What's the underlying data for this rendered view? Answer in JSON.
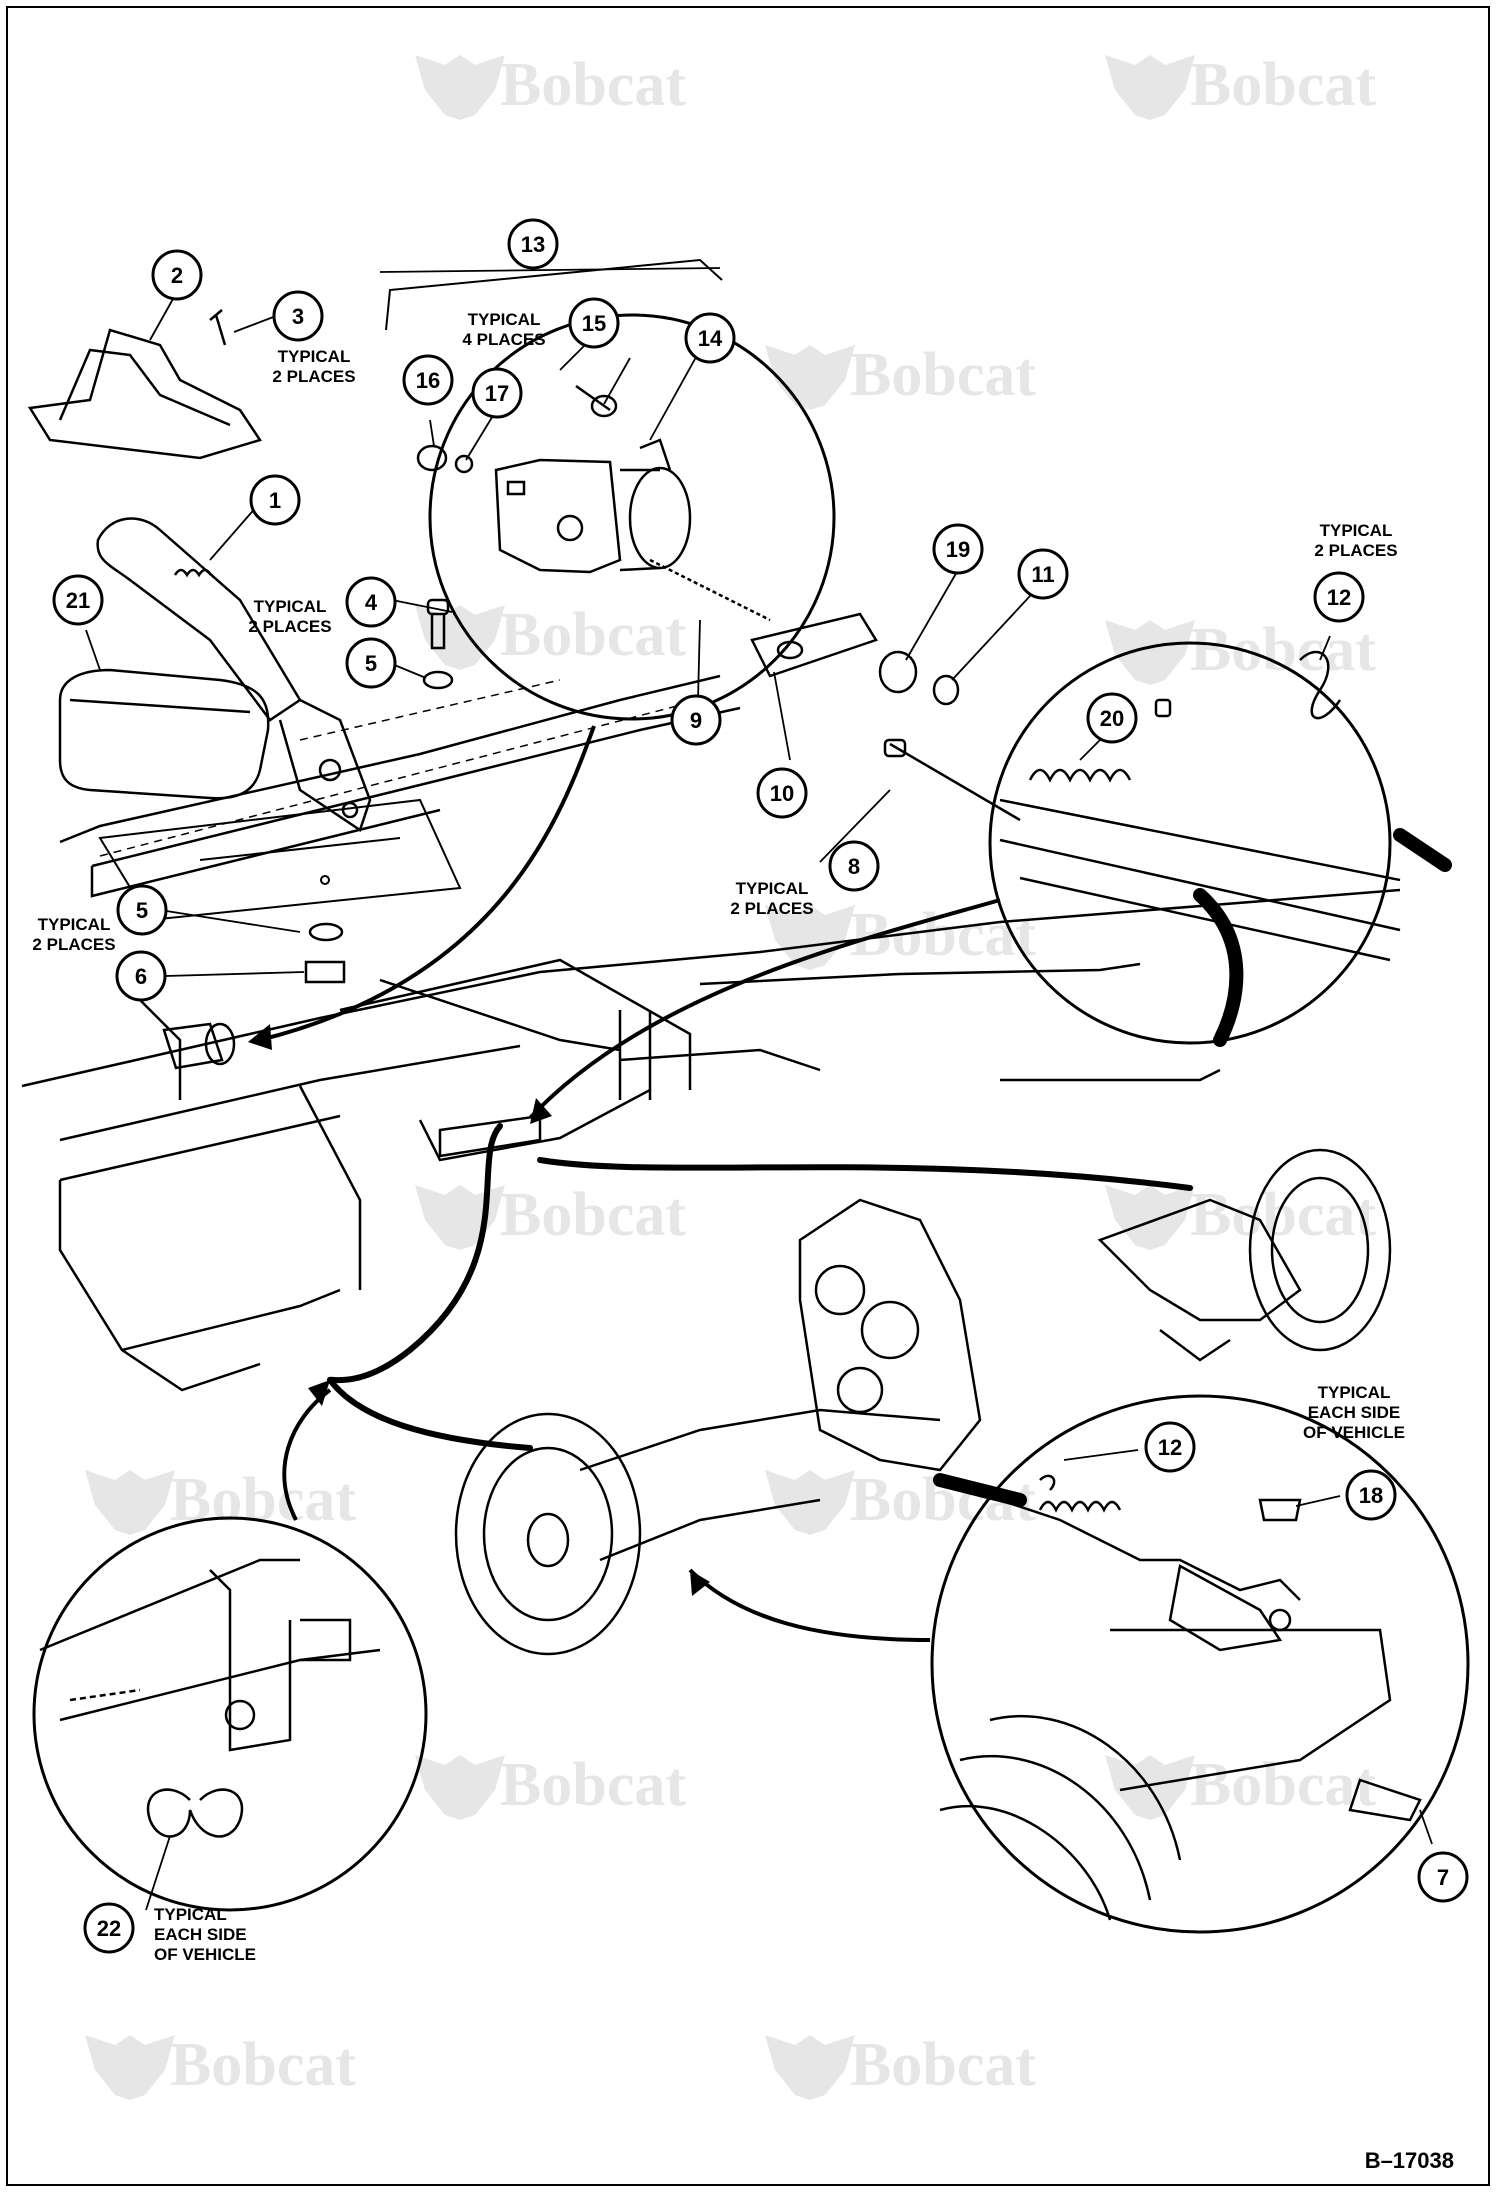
{
  "watermark": {
    "text": "Bobcat"
  },
  "reference": "B–17038",
  "notes": [
    {
      "id": "n3",
      "lines": [
        "TYPICAL",
        "2 PLACES"
      ]
    },
    {
      "id": "n13",
      "lines": [
        "TYPICAL",
        "4 PLACES"
      ]
    },
    {
      "id": "n4",
      "lines": [
        "TYPICAL",
        "2 PLACES"
      ]
    },
    {
      "id": "n12",
      "lines": [
        "TYPICAL",
        "2 PLACES"
      ]
    },
    {
      "id": "n5",
      "lines": [
        "TYPICAL",
        "2 PLACES"
      ]
    },
    {
      "id": "n8",
      "lines": [
        "TYPICAL",
        "2 PLACES"
      ]
    },
    {
      "id": "n18",
      "lines": [
        "TYPICAL",
        "EACH SIDE",
        "OF VEHICLE"
      ]
    },
    {
      "id": "n22",
      "lines": [
        "TYPICAL",
        "EACH SIDE",
        "OF VEHICLE"
      ]
    }
  ],
  "callouts": [
    "1",
    "2",
    "3",
    "4",
    "5",
    "5",
    "6",
    "7",
    "8",
    "9",
    "10",
    "11",
    "12",
    "12",
    "13",
    "14",
    "15",
    "16",
    "17",
    "18",
    "19",
    "20",
    "21",
    "22"
  ],
  "colors": {
    "ink": "#000000",
    "watermark": "#e6e6e6",
    "paper": "#ffffff"
  }
}
